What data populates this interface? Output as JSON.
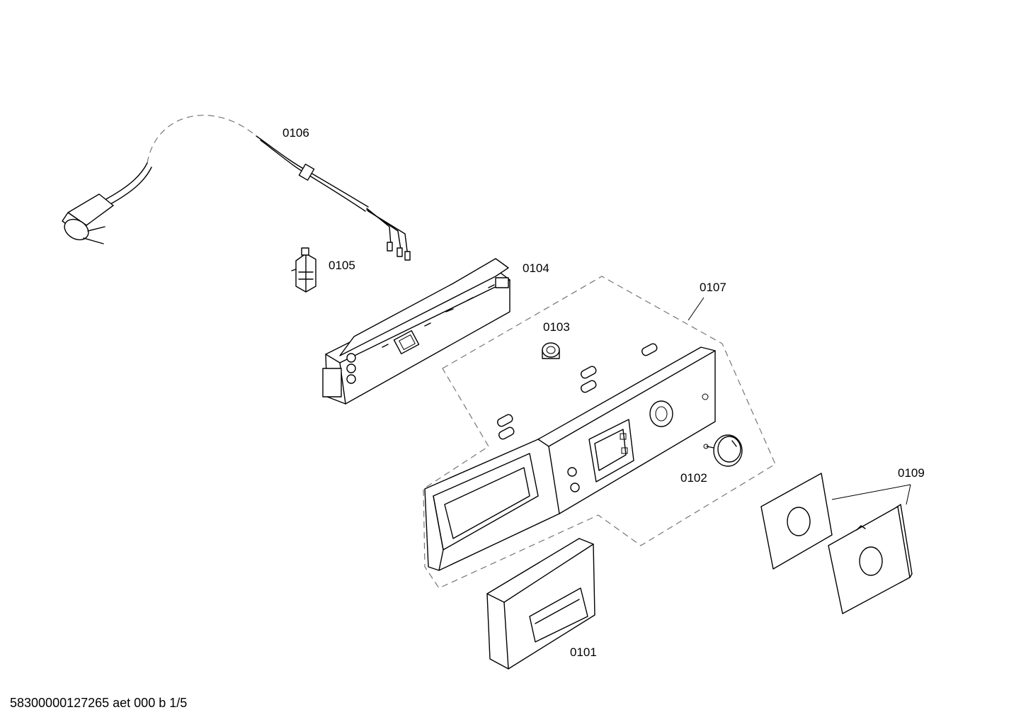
{
  "parts": [
    {
      "id": "0101",
      "label": "0101"
    },
    {
      "id": "0102",
      "label": "0102"
    },
    {
      "id": "0103",
      "label": "0103"
    },
    {
      "id": "0104",
      "label": "0104"
    },
    {
      "id": "0105",
      "label": "0105"
    },
    {
      "id": "0106",
      "label": "0106"
    },
    {
      "id": "0107",
      "label": "0107"
    },
    {
      "id": "0109",
      "label": "0109"
    }
  ],
  "footer": "58300000127265 aet 000 b 1/5"
}
